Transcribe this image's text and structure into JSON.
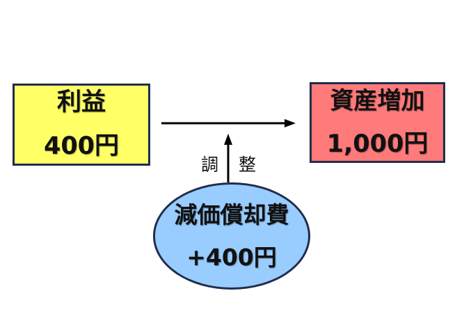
{
  "profit": {
    "title": "利益",
    "value": "400円",
    "color": "#ffff66"
  },
  "asset_increase": {
    "title": "資産増加",
    "value": "1,000円",
    "color": "#ff7a7a"
  },
  "depreciation": {
    "title": "減価償却費",
    "value": "+400円",
    "color": "#99ccff"
  },
  "adjustment": {
    "char1": "調",
    "char2": "整"
  },
  "border_color": "#1f2d4d"
}
